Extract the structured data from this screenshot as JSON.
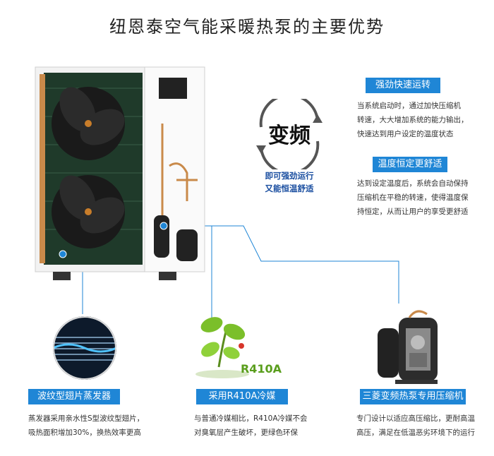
{
  "title": "纽恩泰空气能采暖热泵的主要优势",
  "badge": {
    "logo_text": "变频",
    "sub_lines": [
      "即可强劲运行",
      "又能恒温舒适"
    ]
  },
  "features_right": [
    {
      "tag": "强劲快速运转",
      "lines": [
        "当系统启动时，通过加快压缩机",
        "转速，大大增加系统的能力输出，",
        "快速达到用户设定的温度状态"
      ]
    },
    {
      "tag": "温度恒定更舒适",
      "lines": [
        "达到设定温度后，系统会自动保持",
        "压缩机在平稳的转速，使得温度保",
        "持恒定，从而让用户的享受更舒适"
      ]
    }
  ],
  "features_bottom": [
    {
      "tag": "波纹型翅片蒸发器",
      "lines": [
        "蒸发器采用亲水性S型波纹型翅片，",
        "吸热面积增加30%，换热效率更高"
      ]
    },
    {
      "tag": "采用R410A冷媒",
      "lines": [
        "与普通冷媒相比，R410A冷媒不会",
        "对臭氧层产生破坏，更绿色环保"
      ]
    },
    {
      "tag": "三菱变频热泵专用压缩机",
      "lines": [
        "专门设计以适应高压缩比，更耐高温",
        "高压，满足在低温恶劣环境下的运行"
      ]
    }
  ],
  "plant_label": "R410A",
  "colors": {
    "accent": "#1f86d6",
    "badge_text": "#1a4ea0",
    "plant_green": "#7bbf2a"
  }
}
